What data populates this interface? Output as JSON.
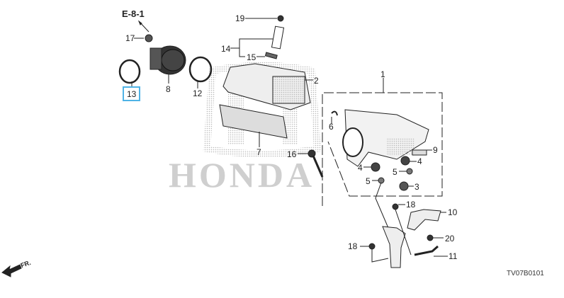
{
  "diagram": {
    "reference": "E-8-1",
    "watermark": "HONDA",
    "code": "TV07B0101",
    "direction": "FR.",
    "selected_part": "13",
    "callouts": {
      "p1": "1",
      "p2": "2",
      "p3": "3",
      "p4a": "4",
      "p4b": "4",
      "p5a": "5",
      "p5b": "5",
      "p6": "6",
      "p7": "7",
      "p8": "8",
      "p9": "9",
      "p10": "10",
      "p11": "11",
      "p12": "12",
      "p13": "13",
      "p14": "14",
      "p15": "15",
      "p16": "16",
      "p17": "17",
      "p18a": "18",
      "p18b": "18",
      "p19": "19",
      "p20": "20"
    },
    "colors": {
      "selection": "#4fb3e6",
      "line": "#222222",
      "watermark": "#c8c8c8"
    }
  }
}
